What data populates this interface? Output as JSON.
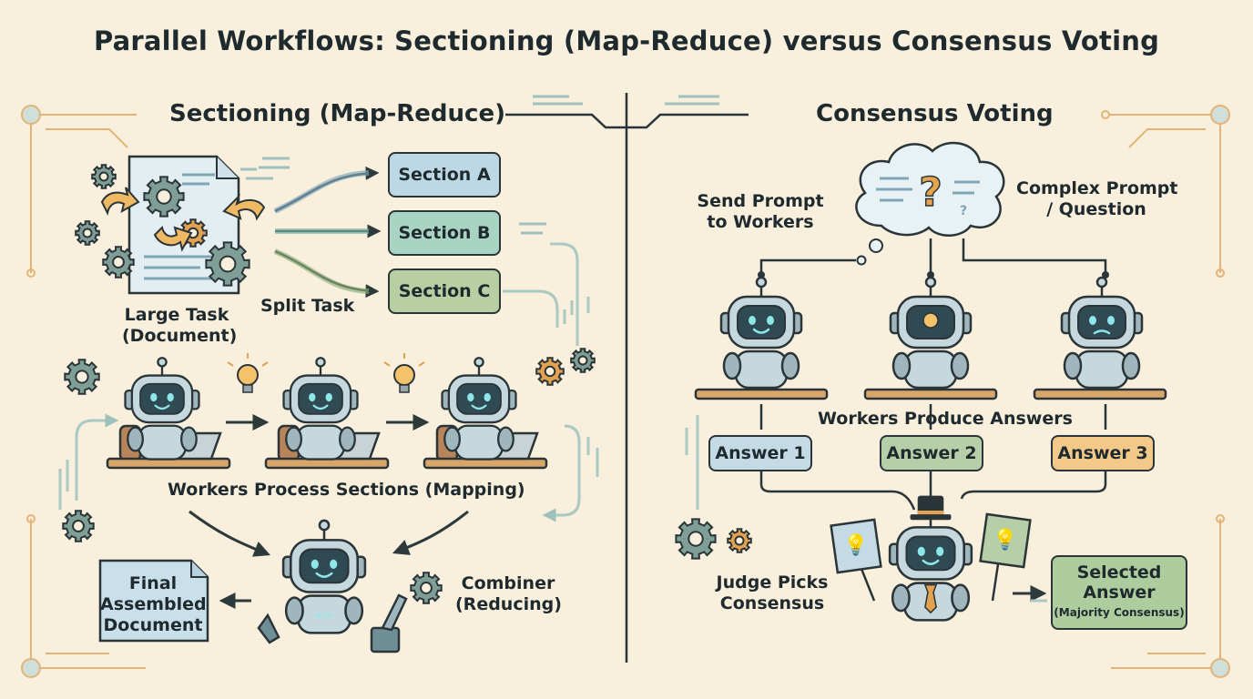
{
  "title": "Parallel Workflows: Sectioning (Map-Reduce) versus Consensus Voting",
  "left": {
    "heading": "Sectioning (Map-Reduce)",
    "large_task_line1": "Large Task",
    "large_task_line2": "(Document)",
    "split_task": "Split Task",
    "sections": [
      "Section A",
      "Section B",
      "Section C"
    ],
    "workers_label": "Workers Process Sections (Mapping)",
    "combiner_line1": "Combiner",
    "combiner_line2": "(Reducing)",
    "final_line1": "Final",
    "final_line2": "Assembled",
    "final_line3": "Document",
    "combiner_screen": "</>"
  },
  "right": {
    "heading": "Consensus Voting",
    "send_line1": "Send Prompt",
    "send_line2": "to Workers",
    "complex_line1": "Complex Prompt",
    "complex_line2": "/ Question",
    "workers_label": "Workers Produce Answers",
    "answers": [
      "Answer 1",
      "Answer 2",
      "Answer 3"
    ],
    "judge_line1": "Judge Picks",
    "judge_line2": "Consensus",
    "selected_line1": "Selected",
    "selected_line2": "Answer",
    "selected_line3": "(Majority Consensus)"
  },
  "colors": {
    "background": "#f8efdc",
    "section_a": "#bcd8e4",
    "section_b": "#a9d3c3",
    "section_c": "#b7cfa3",
    "answer_1": "#c4dbe6",
    "answer_2": "#b6cfa8",
    "answer_3": "#f3c98a",
    "selected": "#aecd9f",
    "final_doc": "#c9e0ea",
    "robot_body": "#c5d8de",
    "robot_screen": "#2f4a52",
    "robot_eye": "#8fe6e8",
    "gear_teal": "#7f9f96",
    "gear_orange": "#e2a24f",
    "arrow_teal": "#7ea79f"
  }
}
